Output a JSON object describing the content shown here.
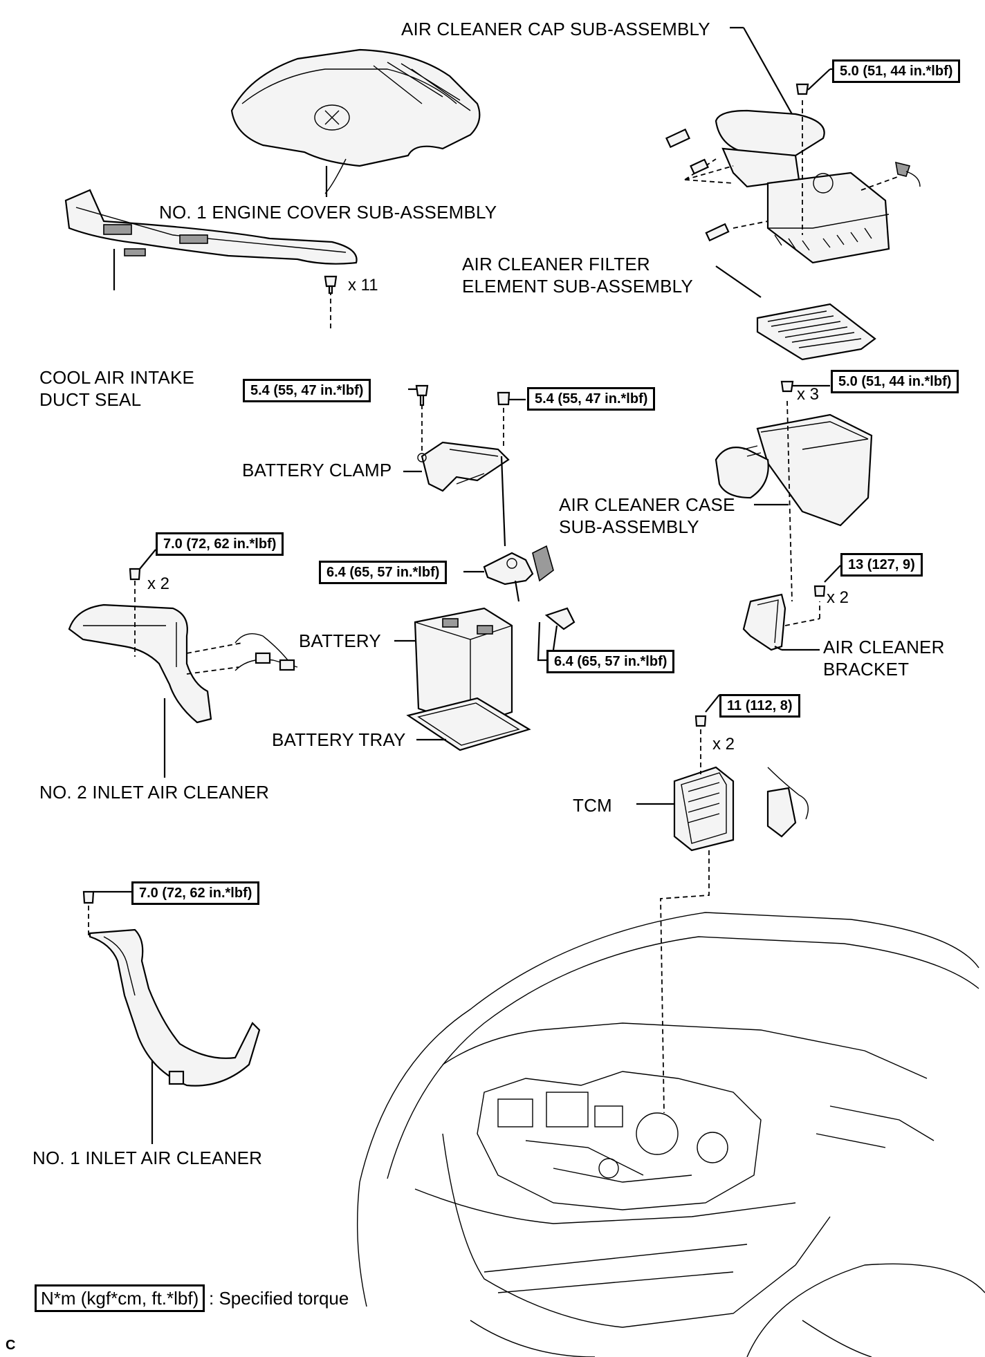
{
  "labels": {
    "air_cleaner_cap": "AIR CLEANER CAP SUB-ASSEMBLY",
    "engine_cover": "NO. 1 ENGINE COVER SUB-ASSEMBLY",
    "filter_line1": "AIR CLEANER FILTER",
    "filter_line2": "ELEMENT SUB-ASSEMBLY",
    "duct_seal_line1": "COOL AIR INTAKE",
    "duct_seal_line2": "DUCT SEAL",
    "battery_clamp": "BATTERY CLAMP",
    "case_line1": "AIR CLEANER CASE",
    "case_line2": "SUB-ASSEMBLY",
    "battery": "BATTERY",
    "bracket_line1": "AIR CLEANER",
    "bracket_line2": "BRACKET",
    "battery_tray": "BATTERY TRAY",
    "inlet2": "NO. 2 INLET AIR CLEANER",
    "tcm": "TCM",
    "inlet1": "NO. 1 INLET AIR CLEANER"
  },
  "torques": {
    "cap_bolt": "5.0 (51, 44 in.*lbf)",
    "case_bolt": "5.0 (51, 44 in.*lbf)",
    "clamp_bolt": "5.4 (55, 47 in.*lbf)",
    "clamp_nut": "5.4 (55, 47 in.*lbf)",
    "inlet2_bolt": "7.0 (72, 62 in.*lbf)",
    "neg_terminal": "6.4 (65, 57 in.*lbf)",
    "pos_terminal": "6.4 (65, 57 in.*lbf)",
    "bracket_bolt": "13 (127, 9)",
    "tcm_bolt": "11 (112, 8)",
    "inlet1_bolt": "7.0 (72, 62 in.*lbf)"
  },
  "quantities": {
    "duct_seal_clips": "x 11",
    "case_bolts": "x 3",
    "inlet2_bolts": "x 2",
    "bracket_bolts": "x 2",
    "tcm_bolts": "x 2"
  },
  "legend": {
    "units": "N*m (kgf*cm, ft.*lbf)",
    "meaning": ": Specified torque"
  },
  "figure_code": "C"
}
